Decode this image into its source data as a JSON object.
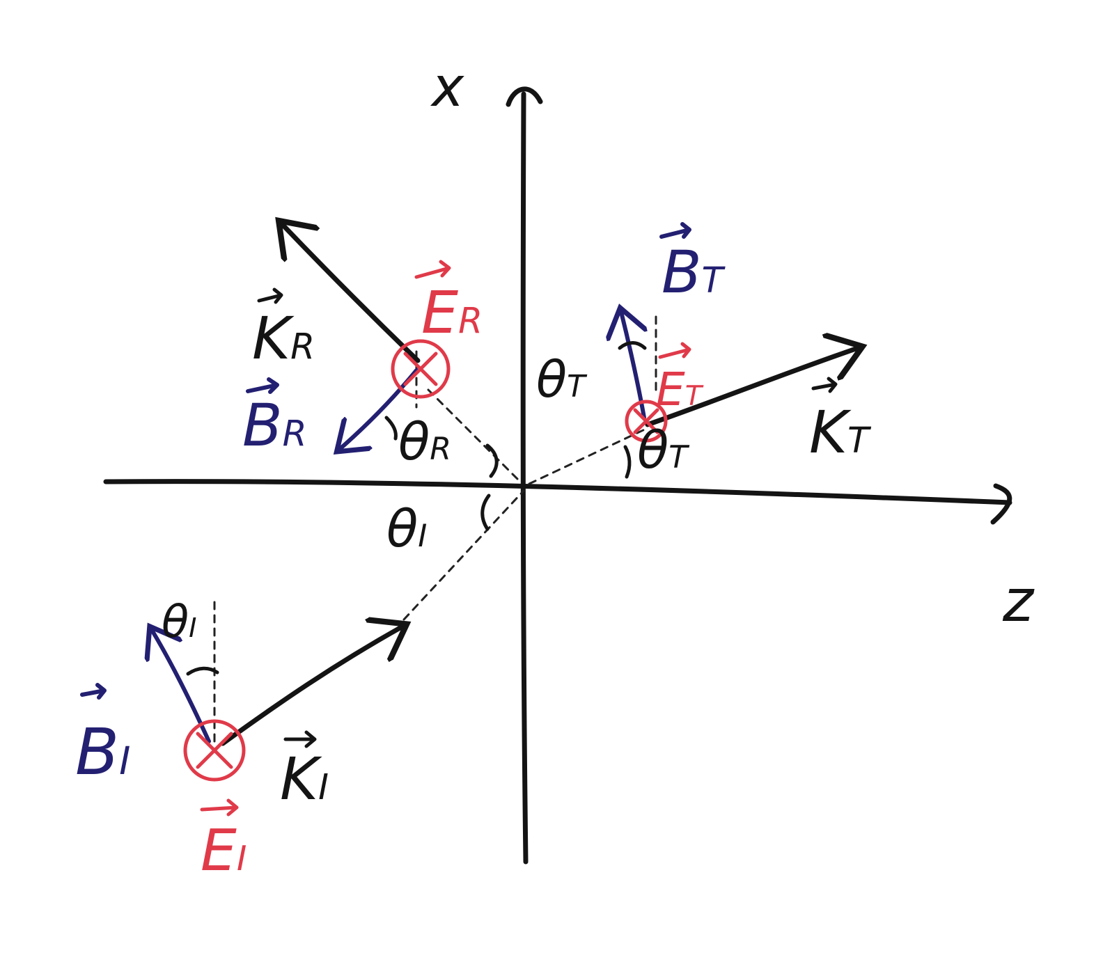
{
  "axes": {
    "x_label": "x",
    "z_label": "z"
  },
  "vectors": {
    "k_incident": "K",
    "k_incident_sub": "I",
    "k_reflected": "K",
    "k_reflected_sub": "R",
    "k_transmitted": "K",
    "k_transmitted_sub": "T",
    "e_incident": "E",
    "e_incident_sub": "I",
    "e_reflected": "E",
    "e_reflected_sub": "R",
    "e_transmitted": "E",
    "e_transmitted_sub": "T",
    "b_incident": "B",
    "b_incident_sub": "I",
    "b_reflected": "B",
    "b_reflected_sub": "R",
    "b_transmitted": "B",
    "b_transmitted_sub": "T"
  },
  "angles": {
    "theta": "θ",
    "incident_sub": "I",
    "reflected_sub": "R",
    "transmitted_sub": "T"
  },
  "colors": {
    "ink": "#141414",
    "electric_field": "#e03a49",
    "magnetic_field": "#232072"
  }
}
